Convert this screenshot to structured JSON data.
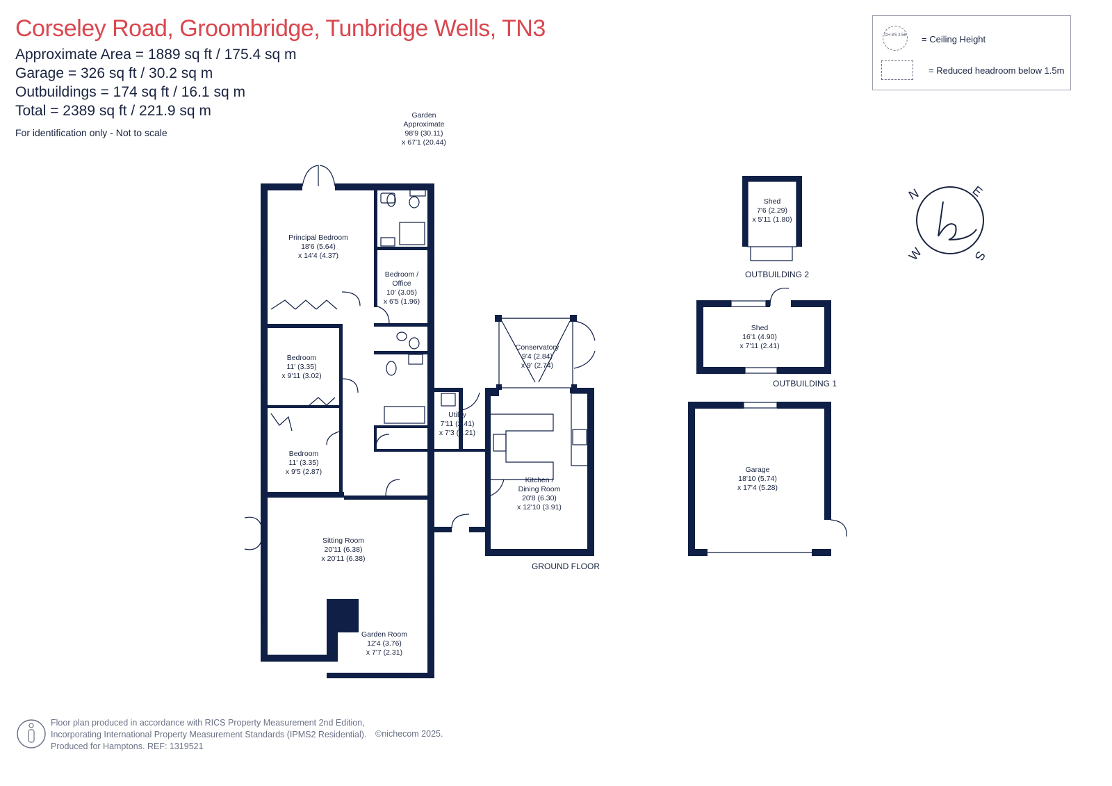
{
  "header": {
    "title": "Corseley Road, Groombridge, Tunbridge Wells, TN3",
    "areas": [
      "Approximate Area = 1889  sq ft / 175.4  sq m",
      "Garage = 326 sq ft / 30.2  sq m",
      "Outbuildings = 174 sq ft / 16.1  sq m",
      "Total = 2389 sq ft / 221.9 sq m"
    ],
    "note": "For identification only - Not to scale"
  },
  "legend": {
    "ceiling_symbol": "CH 8'5 2.56",
    "ceiling_label": "= Ceiling Height",
    "reduced_label": "= Reduced headroom below 1.5m"
  },
  "garden": {
    "label1": "Garden",
    "label2": "Approximate",
    "dim1": "98'9 (30.11)",
    "dim2": "x 67'1 (20.44)"
  },
  "rooms": {
    "principal": {
      "name": "Principal Bedroom",
      "dim1": "18'6 (5.64)",
      "dim2": "x 14'4 (4.37)"
    },
    "office": {
      "name1": "Bedroom /",
      "name2": "Office",
      "dim1": "10' (3.05)",
      "dim2": "x 6'5 (1.96)"
    },
    "bedroom2": {
      "name": "Bedroom",
      "dim1": "11' (3.35)",
      "dim2": "x 9'11 (3.02)"
    },
    "bedroom3": {
      "name": "Bedroom",
      "dim1": "11' (3.35)",
      "dim2": "x 9'5 (2.87)"
    },
    "conservatory": {
      "name": "Conservatory",
      "dim1": "9'4 (2.84)",
      "dim2": "x 9' (2.74)"
    },
    "utility": {
      "name": "Utility",
      "dim1": "7'11 (2.41)",
      "dim2": "x 7'3 (2.21)"
    },
    "kitchen": {
      "name1": "Kitchen /",
      "name2": "Dining Room",
      "dim1": "20'8 (6.30)",
      "dim2": "x 12'10 (3.91)"
    },
    "sitting": {
      "name": "Sitting Room",
      "dim1": "20'11 (6.38)",
      "dim2": "x 20'11 (6.38)"
    },
    "garden_room": {
      "name": "Garden Room",
      "dim1": "12'4 (3.76)",
      "dim2": "x 7'7 (2.31)"
    },
    "shed2": {
      "name": "Shed",
      "dim1": "7'6 (2.29)",
      "dim2": "x 5'11 (1.80)"
    },
    "shed1": {
      "name": "Shed",
      "dim1": "16'1 (4.90)",
      "dim2": "x 7'11 (2.41)"
    },
    "garage": {
      "name": "Garage",
      "dim1": "18'10 (5.74)",
      "dim2": "x 17'4 (5.28)"
    }
  },
  "floor_labels": {
    "ground": "GROUND FLOOR",
    "outbuilding2": "OUTBUILDING 2",
    "outbuilding1": "OUTBUILDING 1"
  },
  "compass": {
    "n": "N",
    "e": "E",
    "s": "S",
    "w": "W"
  },
  "footer": {
    "line1": "Floor plan produced in accordance with RICS Property Measurement 2nd Edition,",
    "line2": "Incorporating International Property Measurement Standards (IPMS2 Residential).",
    "line3": "Produced for Hamptons.   REF:  1319521",
    "brand": "©nichecom 2025."
  },
  "colors": {
    "wall": "#0f1f45",
    "title": "#d9474f",
    "text": "#1a2440",
    "compass": "#d9474f"
  }
}
